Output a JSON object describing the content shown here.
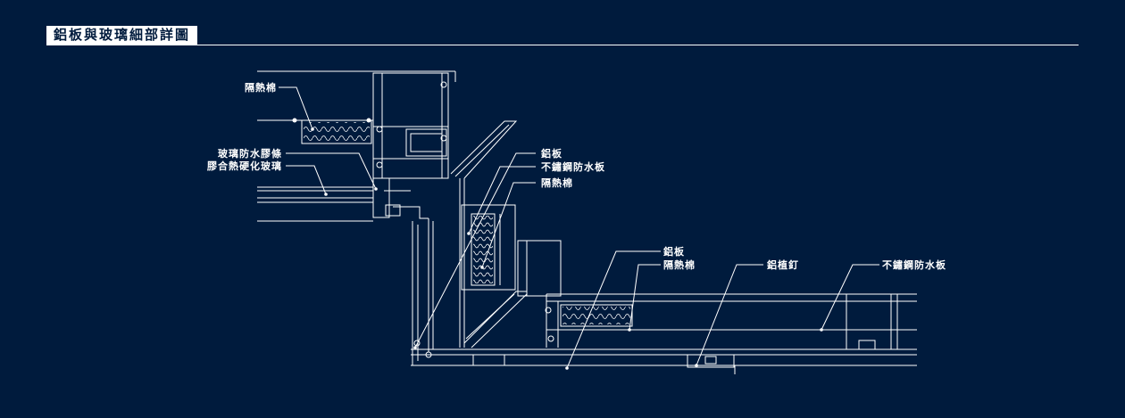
{
  "title": "鋁板與玻璃細部詳圖",
  "colors": {
    "background": "#001b3d",
    "line": "#ffffff"
  },
  "labels": {
    "insulation_1": "隔熱棉",
    "glass_waterproof_strip": "玻璃防水膠條",
    "laminated_tempered_glass": "膠合熱硬化玻璃",
    "aluminum_panel_1": "鋁板",
    "stainless_waterproof_1": "不鏽鋼防水板",
    "insulation_2": "隔熱棉",
    "aluminum_panel_2": "鋁板",
    "insulation_3": "隔熱棉",
    "aluminum_stud": "鋁植釘",
    "stainless_waterproof_2": "不鏽鋼防水板"
  }
}
